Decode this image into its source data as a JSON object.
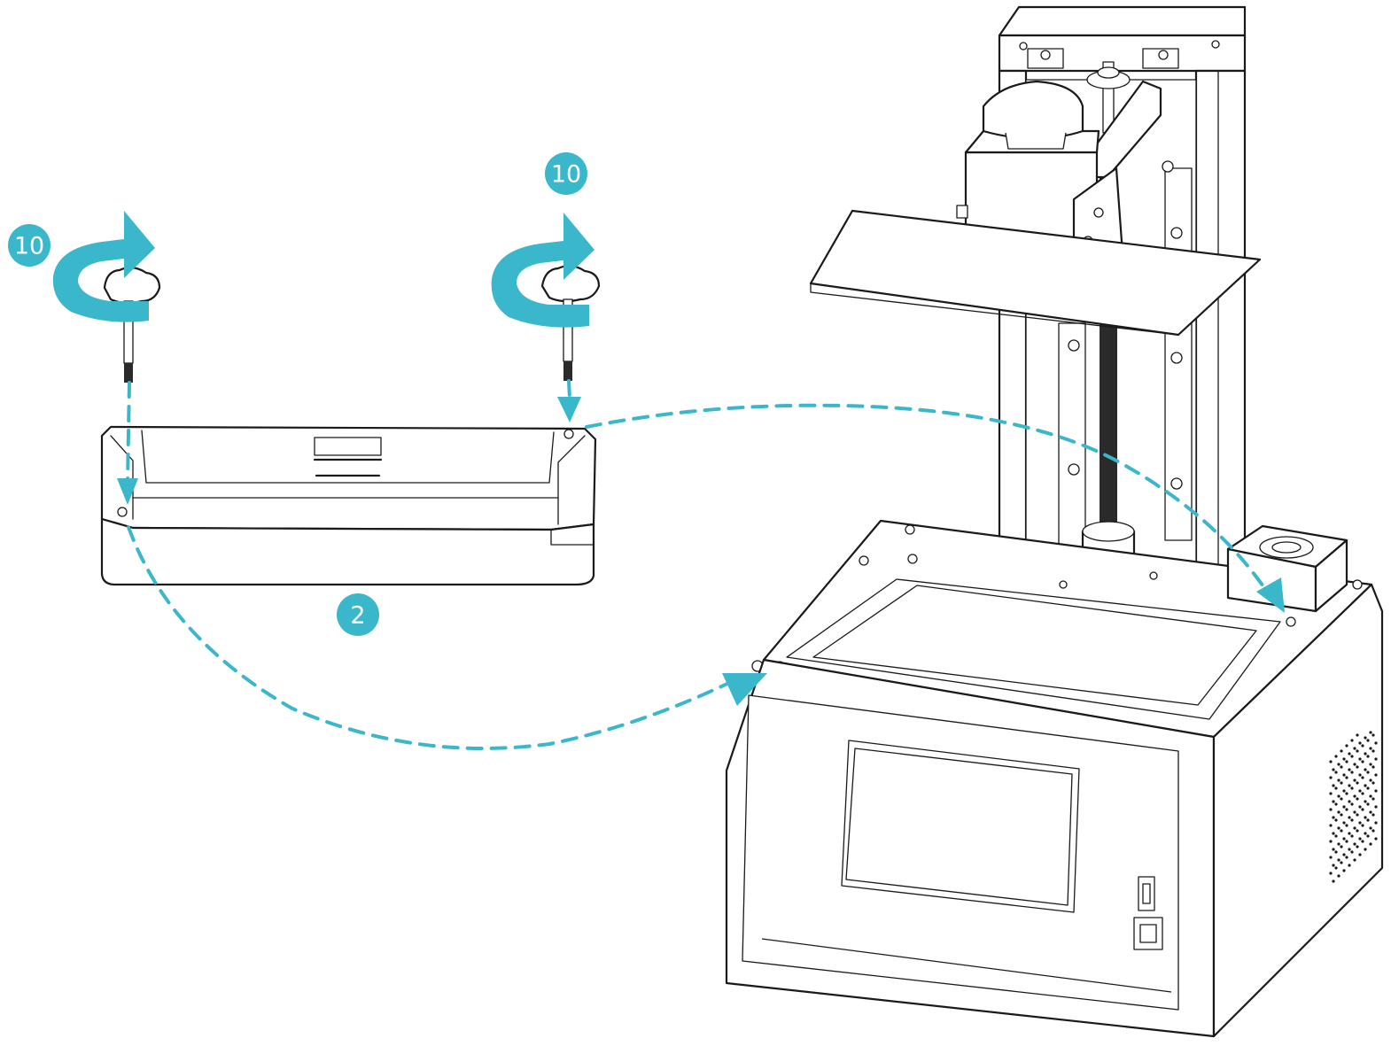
{
  "diagram": {
    "accent_color": "#3bb7cb",
    "line_color": "#1a1a1a",
    "background": "#ffffff",
    "step_badges": {
      "left_knob_step": "10",
      "right_knob_step": "10",
      "vat_step": "2"
    },
    "icons": [
      "rotate-clockwise-icon",
      "dashed-guide-arrow"
    ]
  }
}
